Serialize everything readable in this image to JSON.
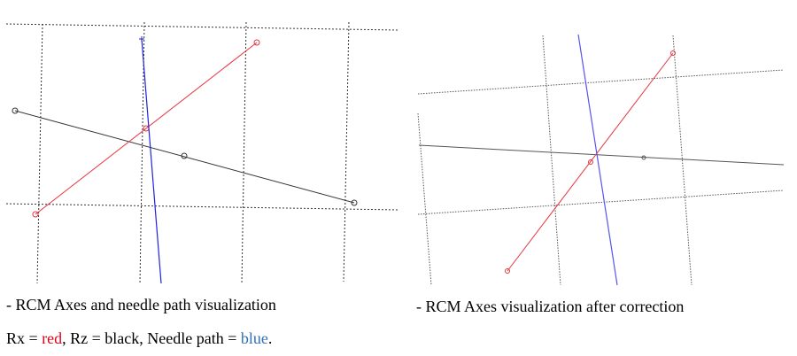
{
  "captions": {
    "left": "- RCM Axes and needle path visualization",
    "right": "- RCM Axes visualization after correction"
  },
  "legend": {
    "rx_label": "Rx = ",
    "rx_color_word": "red",
    "rz_label": ", Rz = black, Needle path = ",
    "needle_color_word": "blue",
    "end": "."
  },
  "colors": {
    "rx": "#e8333f",
    "rz": "#333333",
    "needle": "#2222dd"
  }
}
